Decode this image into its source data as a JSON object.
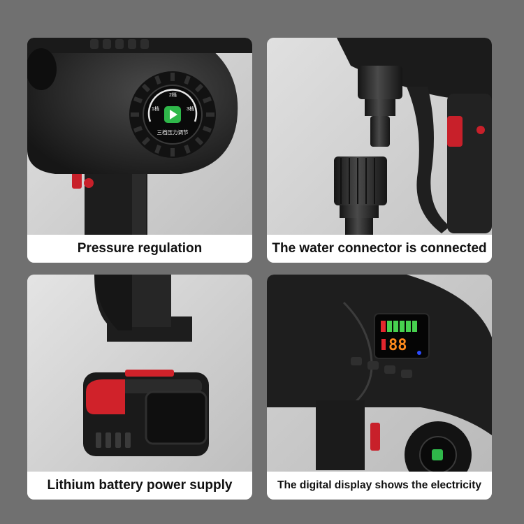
{
  "background_color": "#707070",
  "panels": [
    {
      "caption": "Pressure regulation",
      "dial": {
        "left": "1档",
        "top": "2档",
        "right": "3档",
        "bottom": "三档压力调节"
      }
    },
    {
      "caption": "The water connector is connected"
    },
    {
      "caption": "Lithium battery power supply"
    },
    {
      "caption": "The digital display shows the electricity",
      "display_value": "88"
    }
  ],
  "accent_red": "#d0222a",
  "play_green": "#2fb84a"
}
